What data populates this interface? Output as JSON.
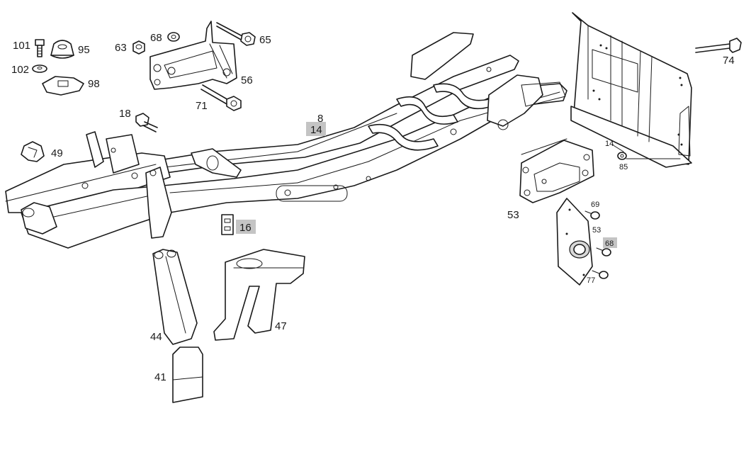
{
  "diagram": {
    "callouts": {
      "c101": "101",
      "c95": "95",
      "c102": "102",
      "c98": "98",
      "c63": "63",
      "c68top": "68",
      "c65": "65",
      "c56": "56",
      "c71": "71",
      "c18": "18",
      "c49": "49",
      "c8": "8",
      "c14main": "14",
      "c16": "16",
      "c44": "44",
      "c47": "47",
      "c41": "41",
      "c74": "74",
      "c14small": "14",
      "c85": "85",
      "c53big": "53",
      "c69": "69",
      "c53small": "53",
      "c68small": "68",
      "c77": "77"
    }
  }
}
